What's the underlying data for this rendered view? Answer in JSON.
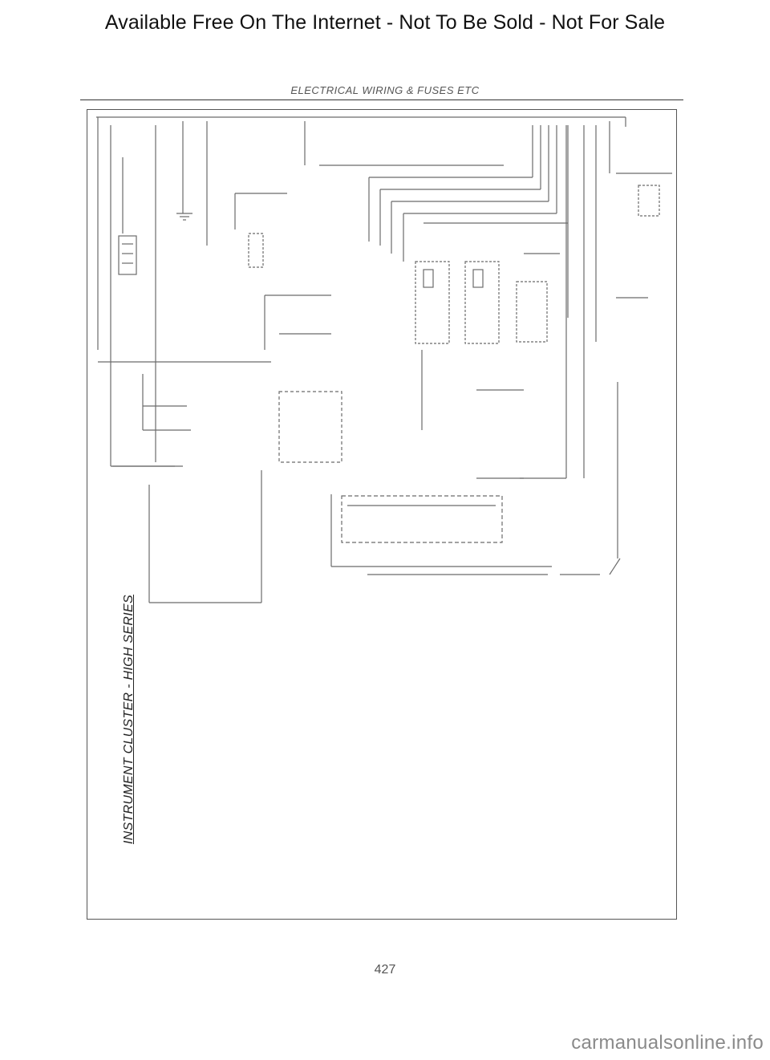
{
  "page": {
    "banner": "Available Free On The Internet - Not To Be Sold - Not For Sale",
    "section_header": "ELECTRICAL WIRING & FUSES ETC",
    "page_number": "427",
    "watermark": "carmanualsonline.info"
  },
  "diagram": {
    "title": "INSTRUMENT CLUSTER - HIGH SERIES"
  },
  "colors": {
    "line": "#6b6b6b",
    "text": "#1a1a1a",
    "watermark": "#8a8a8a"
  }
}
